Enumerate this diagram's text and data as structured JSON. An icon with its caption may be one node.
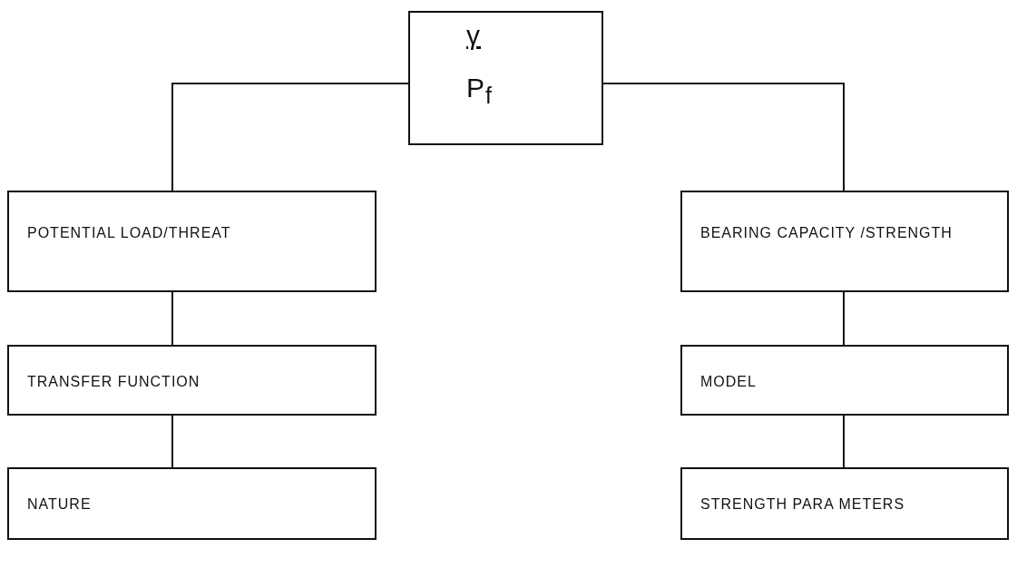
{
  "diagram": {
    "nodes": [
      {
        "text": [
          "γ",
          "P$_{f}$"
        ]
      },
      {
        "text": [
          "POTENTIAL LOAD/THREAT"
        ]
      },
      {
        "text": [
          "TRANSFER FUNCTION"
        ]
      },
      {
        "text": [
          "NATURE"
        ]
      },
      {
        "text": [
          "BEARING CAPACITY /STRENGTH"
        ]
      },
      {
        "text": [
          "MODEL"
        ]
      },
      {
        "text": [
          "STRENGTH PARA METERS"
        ]
      }
    ],
    "edges": [
      {
        "from": 0,
        "to": 1,
        "arrow": "none"
      },
      {
        "from": 0,
        "to": 4,
        "arrow": "none"
      },
      {
        "from": 1,
        "to": 2,
        "arrow": "none"
      },
      {
        "from": 2,
        "to": 3,
        "arrow": "none"
      },
      {
        "from": 4,
        "to": 5,
        "arrow": "none"
      },
      {
        "from": 5,
        "to": 6,
        "arrow": "none"
      }
    ]
  }
}
